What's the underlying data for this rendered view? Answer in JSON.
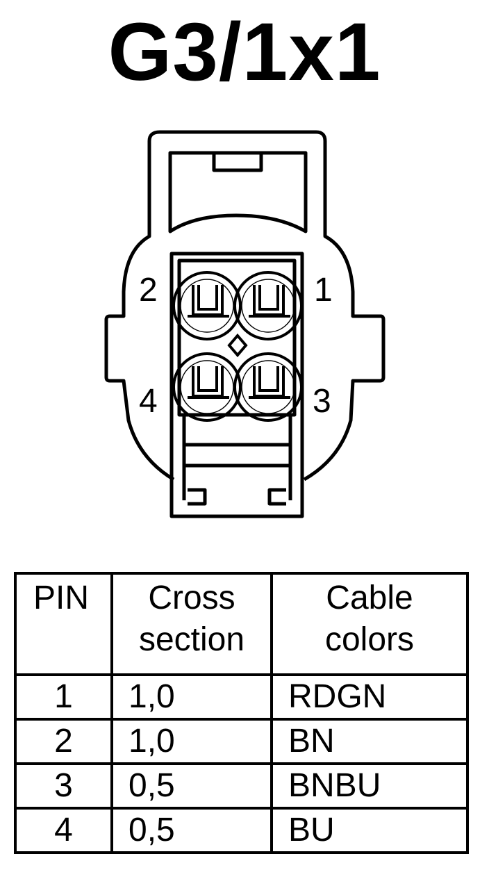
{
  "title": "G3/1x1",
  "connector": {
    "pin_labels": [
      "2",
      "1",
      "4",
      "3"
    ]
  },
  "table": {
    "headers": {
      "pin": "PIN",
      "cross_section": [
        "Cross",
        "section"
      ],
      "cable_colors": [
        "Cable",
        "colors"
      ]
    },
    "rows": [
      {
        "pin": "1",
        "cross_section": "1,0",
        "color": "RDGN"
      },
      {
        "pin": "2",
        "cross_section": "1,0",
        "color": "BN"
      },
      {
        "pin": "3",
        "cross_section": "0,5",
        "color": "BNBU"
      },
      {
        "pin": "4",
        "cross_section": "0,5",
        "color": "BU"
      }
    ]
  }
}
